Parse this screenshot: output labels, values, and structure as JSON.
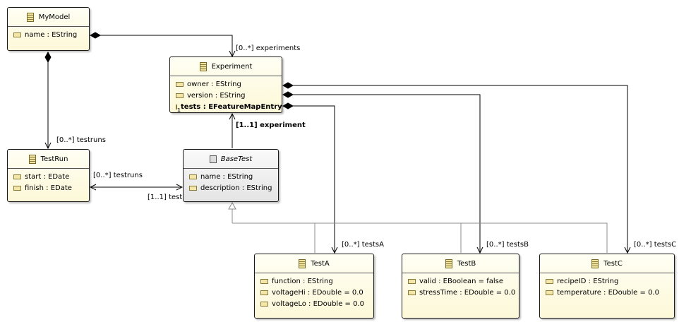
{
  "classes": {
    "mymodel": {
      "name": "MyModel",
      "attrs": [
        "name : EString"
      ]
    },
    "experiment": {
      "name": "Experiment",
      "attrs": [
        "owner : EString",
        "version : EString",
        "tests : EFeatureMapEntry"
      ]
    },
    "testrun": {
      "name": "TestRun",
      "attrs": [
        "start : EDate",
        "finish : EDate"
      ]
    },
    "basetest": {
      "name": "BaseTest",
      "attrs": [
        "name : EString",
        "description : EString"
      ]
    },
    "testa": {
      "name": "TestA",
      "attrs": [
        "function : EString",
        "voltageHi : EDouble = 0.0",
        "voltageLo : EDouble = 0.0"
      ]
    },
    "testb": {
      "name": "TestB",
      "attrs": [
        "valid : EBoolean = false",
        "stressTime : EDouble = 0.0"
      ]
    },
    "testc": {
      "name": "TestC",
      "attrs": [
        "recipeID : EString",
        "temperature : EDouble = 0.0"
      ]
    }
  },
  "labels": {
    "experiments": "[0..*] experiments",
    "testruns_model": "[0..*] testruns",
    "experiment_ref": "[1..1] experiment",
    "testruns_ref": "[0..*] testruns",
    "test_ref": "[1..1] test",
    "testsA": "[0..*] testsA",
    "testsB": "[0..*] testsB",
    "testsC": "[0..*] testsC"
  }
}
